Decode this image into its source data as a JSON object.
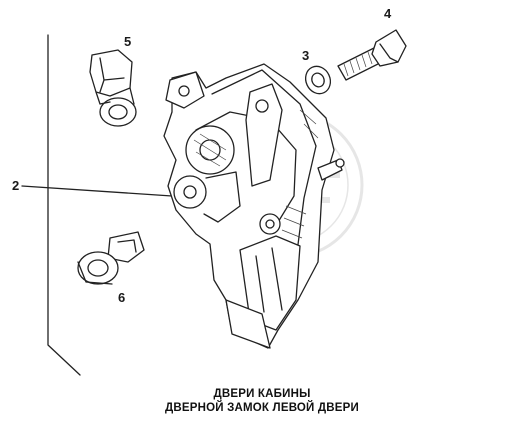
{
  "diagram": {
    "callouts": [
      {
        "id": "callout-2",
        "label": "2"
      },
      {
        "id": "callout-3",
        "label": "3"
      },
      {
        "id": "callout-4",
        "label": "4"
      },
      {
        "id": "callout-5",
        "label": "5"
      },
      {
        "id": "callout-6",
        "label": "6"
      }
    ],
    "caption_line1": "ДВЕРИ КАБИНЫ",
    "caption_line2": "ДВЕРНОЙ ЗАМОК ЛЕВОЙ ДВЕРИ"
  }
}
